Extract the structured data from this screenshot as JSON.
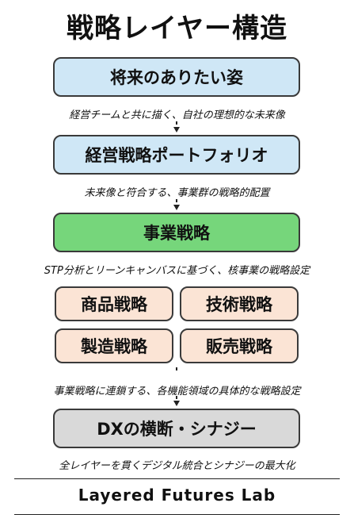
{
  "title": "戦略レイヤー構造",
  "layers": {
    "vision": {
      "label": "将来のありたい姿",
      "caption": "経営チームと共に描く、自社の理想的な未来像"
    },
    "portfolio": {
      "label": "経営戦略ポートフォリオ",
      "caption": "未来像と符合する、事業群の戦略的配置"
    },
    "business": {
      "label": "事業戦略",
      "caption": "STP分析とリーンキャンバスに基づく、核事業の戦略設定"
    },
    "functions": {
      "items": [
        "商品戦略",
        "技術戦略",
        "製造戦略",
        "販売戦略"
      ],
      "caption": "事業戦略に連鎖する、各機能領域の具体的な戦略設定"
    },
    "dx": {
      "label": "DXの横断・シナジー",
      "caption": "全レイヤーを貫くデジタル統合とシナジーの最大化"
    }
  },
  "colors": {
    "vision": "#cfe7f6",
    "portfolio": "#cfe7f6",
    "business": "#76d67b",
    "functions": "#fbe4d5",
    "dx": "#d9d9d9"
  },
  "footer": "Layered Futures Lab"
}
